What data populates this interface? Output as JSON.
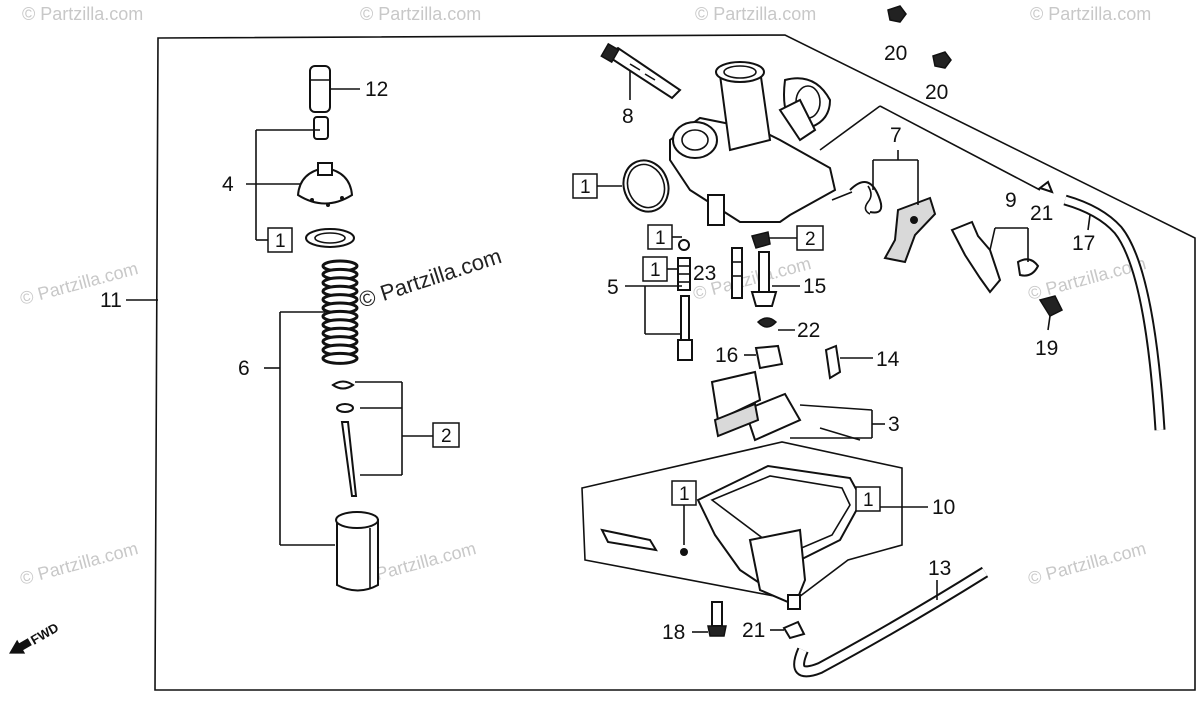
{
  "watermark": {
    "main": "© Partzilla.com",
    "repeat": "© Partzilla.com"
  },
  "fwd_label": "FWD",
  "callouts": {
    "c1": "1",
    "c2": "2",
    "c3": "3",
    "c4": "4",
    "c5": "5",
    "c6": "6",
    "c7": "7",
    "c8": "8",
    "c9": "9",
    "c10": "10",
    "c11": "11",
    "c12": "12",
    "c13": "13",
    "c14": "14",
    "c15": "15",
    "c16": "16",
    "c17": "17",
    "c18": "18",
    "c19": "19",
    "c20": "20",
    "c21": "21",
    "c22": "22",
    "c23": "23"
  }
}
